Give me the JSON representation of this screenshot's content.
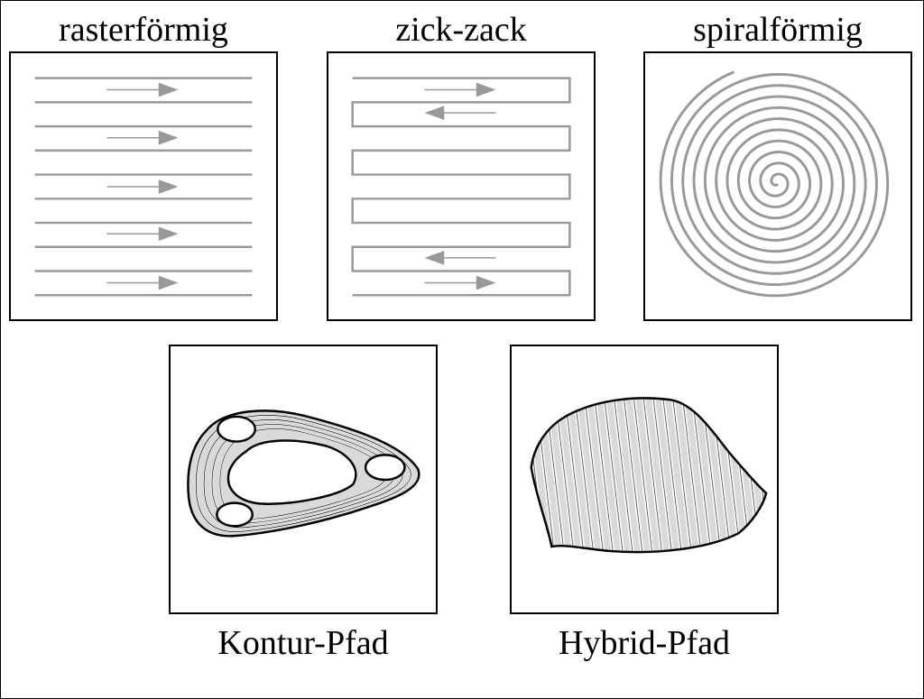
{
  "labels": {
    "raster": "rasterförmig",
    "zigzag": "zick-zack",
    "spiral": "spiralförmig",
    "contour": "Kontur-Pfad",
    "hybrid": "Hybrid-Pfad"
  },
  "colors": {
    "path": "#999999",
    "outline": "#000000",
    "fill": "#d9d9d9",
    "background": "#ffffff"
  },
  "icons": [
    "arrow-right-icon",
    "arrow-left-icon"
  ]
}
